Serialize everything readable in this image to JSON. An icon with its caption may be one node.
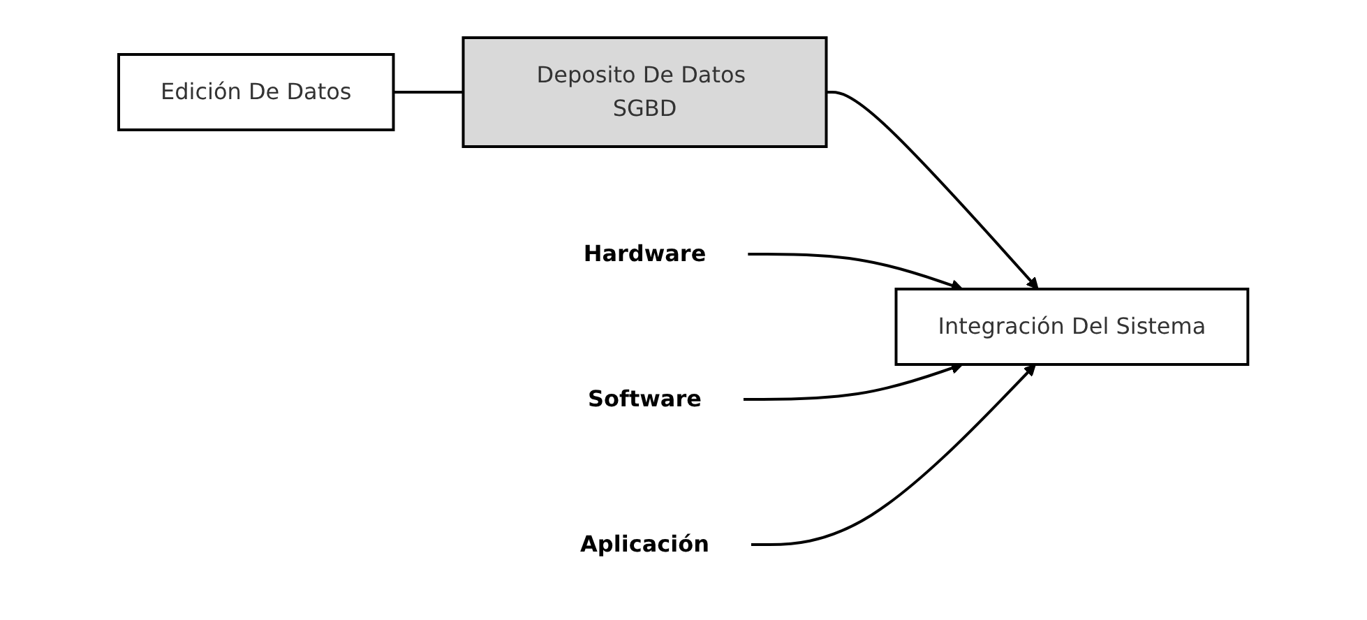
{
  "diagram": {
    "nodes": [
      {
        "text": [
          "Edición De Datos"
        ]
      },
      {
        "text": [
          "Deposito De Datos SGBD"
        ]
      },
      {
        "text": [
          "Integración Del Sistema"
        ]
      },
      {
        "text": [
          "Hardware"
        ]
      },
      {
        "text": [
          "Software"
        ]
      },
      {
        "text": [
          "Aplicación"
        ]
      }
    ],
    "edges": [
      {
        "from": 0,
        "to": 1,
        "arrow": "none"
      },
      {
        "from": 1,
        "to": 2,
        "arrow": "to"
      },
      {
        "from": 3,
        "to": 2,
        "arrow": "to"
      },
      {
        "from": 4,
        "to": 2,
        "arrow": "to"
      },
      {
        "from": 5,
        "to": 2,
        "arrow": "to"
      }
    ]
  }
}
